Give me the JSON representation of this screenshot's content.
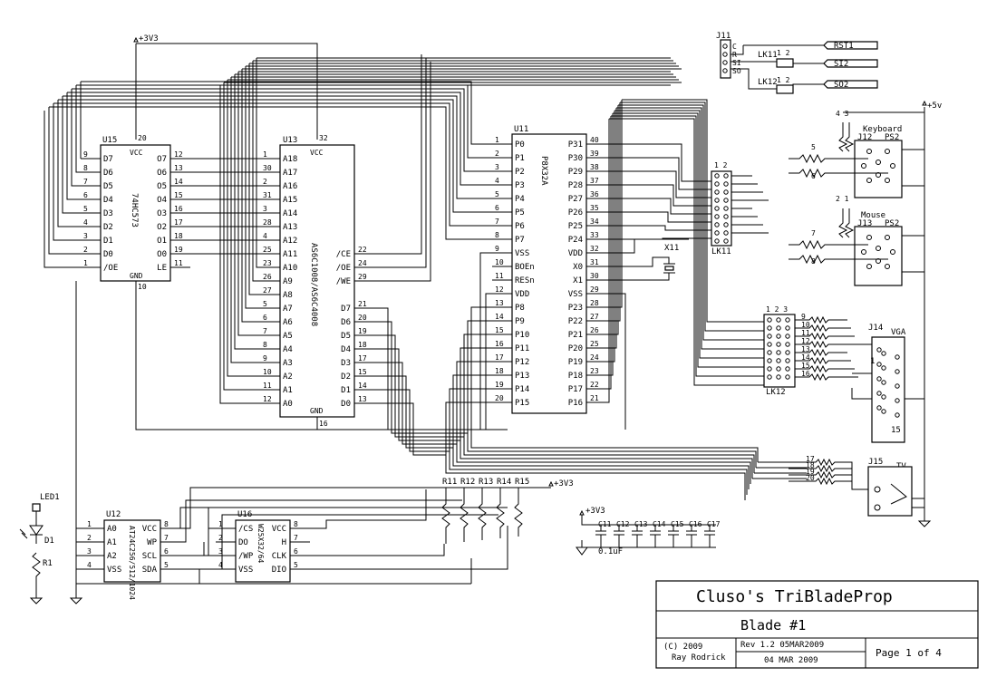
{
  "title_block": {
    "title": "Cluso's TriBladeProp",
    "subtitle": "Blade #1",
    "copyright": "(C) 2009",
    "author": "Ray Rodrick",
    "revision": "Rev 1.2  05MAR2009",
    "date": "04 MAR 2009",
    "page": "Page 1 of 4"
  },
  "power": {
    "v33_a": "+3V3",
    "v33_b": "+3V3",
    "v33_c": "+3V3",
    "v5": "+5v"
  },
  "u15": {
    "ref": "U15",
    "part": "74HC573",
    "vcc": "VCC",
    "gnd": "GND",
    "vcc_pin": "20",
    "gnd_pin": "10",
    "left_pins": [
      {
        "num": "9",
        "name": "D7"
      },
      {
        "num": "8",
        "name": "D6"
      },
      {
        "num": "7",
        "name": "D5"
      },
      {
        "num": "6",
        "name": "D4"
      },
      {
        "num": "5",
        "name": "D3"
      },
      {
        "num": "4",
        "name": "D2"
      },
      {
        "num": "3",
        "name": "D1"
      },
      {
        "num": "2",
        "name": "D0"
      },
      {
        "num": "1",
        "name": "/OE"
      }
    ],
    "right_pins": [
      {
        "num": "12",
        "name": "O7"
      },
      {
        "num": "13",
        "name": "O6"
      },
      {
        "num": "14",
        "name": "O5"
      },
      {
        "num": "15",
        "name": "O4"
      },
      {
        "num": "16",
        "name": "O3"
      },
      {
        "num": "17",
        "name": "O2"
      },
      {
        "num": "18",
        "name": "O1"
      },
      {
        "num": "19",
        "name": "O0"
      },
      {
        "num": "11",
        "name": "LE"
      }
    ]
  },
  "u13": {
    "ref": "U13",
    "part": "AS6C1008/AS6C4008",
    "vcc": "VCC",
    "gnd": "GND",
    "vcc_pin": "32",
    "gnd_pin": "16",
    "left_pins": [
      {
        "num": "1",
        "name": "A18"
      },
      {
        "num": "30",
        "name": "A17"
      },
      {
        "num": "2",
        "name": "A16"
      },
      {
        "num": "31",
        "name": "A15"
      },
      {
        "num": "3",
        "name": "A14"
      },
      {
        "num": "28",
        "name": "A13"
      },
      {
        "num": "4",
        "name": "A12"
      },
      {
        "num": "25",
        "name": "A11"
      },
      {
        "num": "23",
        "name": "A10"
      },
      {
        "num": "26",
        "name": "A9"
      },
      {
        "num": "27",
        "name": "A8"
      },
      {
        "num": "5",
        "name": "A7"
      },
      {
        "num": "6",
        "name": "A6"
      },
      {
        "num": "7",
        "name": "A5"
      },
      {
        "num": "8",
        "name": "A4"
      },
      {
        "num": "9",
        "name": "A3"
      },
      {
        "num": "10",
        "name": "A2"
      },
      {
        "num": "11",
        "name": "A1"
      },
      {
        "num": "12",
        "name": "A0"
      }
    ],
    "right_ctrl": [
      {
        "num": "22",
        "name": "/CE"
      },
      {
        "num": "24",
        "name": "/OE"
      },
      {
        "num": "29",
        "name": "/WE"
      }
    ],
    "right_data": [
      {
        "num": "21",
        "name": "D7"
      },
      {
        "num": "20",
        "name": "D6"
      },
      {
        "num": "19",
        "name": "D5"
      },
      {
        "num": "18",
        "name": "D4"
      },
      {
        "num": "17",
        "name": "D3"
      },
      {
        "num": "15",
        "name": "D2"
      },
      {
        "num": "14",
        "name": "D1"
      },
      {
        "num": "13",
        "name": "D0"
      }
    ]
  },
  "u11": {
    "ref": "U11",
    "part": "P8X32A",
    "left_pins": [
      {
        "num": "1",
        "name": "P0"
      },
      {
        "num": "2",
        "name": "P1"
      },
      {
        "num": "3",
        "name": "P2"
      },
      {
        "num": "4",
        "name": "P3"
      },
      {
        "num": "5",
        "name": "P4"
      },
      {
        "num": "6",
        "name": "P5"
      },
      {
        "num": "7",
        "name": "P6"
      },
      {
        "num": "8",
        "name": "P7"
      },
      {
        "num": "9",
        "name": "VSS"
      },
      {
        "num": "10",
        "name": "BOEn"
      },
      {
        "num": "11",
        "name": "RESn"
      },
      {
        "num": "12",
        "name": "VDD"
      },
      {
        "num": "13",
        "name": "P8"
      },
      {
        "num": "14",
        "name": "P9"
      },
      {
        "num": "15",
        "name": "P10"
      },
      {
        "num": "16",
        "name": "P11"
      },
      {
        "num": "17",
        "name": "P12"
      },
      {
        "num": "18",
        "name": "P13"
      },
      {
        "num": "19",
        "name": "P14"
      },
      {
        "num": "20",
        "name": "P15"
      }
    ],
    "right_pins": [
      {
        "num": "40",
        "name": "P31"
      },
      {
        "num": "39",
        "name": "P30"
      },
      {
        "num": "38",
        "name": "P29"
      },
      {
        "num": "37",
        "name": "P28"
      },
      {
        "num": "36",
        "name": "P27"
      },
      {
        "num": "35",
        "name": "P26"
      },
      {
        "num": "34",
        "name": "P25"
      },
      {
        "num": "33",
        "name": "P24"
      },
      {
        "num": "32",
        "name": "VDD"
      },
      {
        "num": "31",
        "name": "X0"
      },
      {
        "num": "30",
        "name": "X1"
      },
      {
        "num": "29",
        "name": "VSS"
      },
      {
        "num": "28",
        "name": "P23"
      },
      {
        "num": "27",
        "name": "P22"
      },
      {
        "num": "26",
        "name": "P21"
      },
      {
        "num": "25",
        "name": "P20"
      },
      {
        "num": "24",
        "name": "P19"
      },
      {
        "num": "23",
        "name": "P18"
      },
      {
        "num": "22",
        "name": "P17"
      },
      {
        "num": "21",
        "name": "P16"
      }
    ]
  },
  "u12": {
    "ref": "U12",
    "part": "AT24C256/512/1024",
    "left_pins": [
      {
        "num": "1",
        "name": "A0"
      },
      {
        "num": "2",
        "name": "A1"
      },
      {
        "num": "3",
        "name": "A2"
      },
      {
        "num": "4",
        "name": "VSS"
      }
    ],
    "right_pins": [
      {
        "num": "8",
        "name": "VCC"
      },
      {
        "num": "7",
        "name": "WP"
      },
      {
        "num": "6",
        "name": "SCL"
      },
      {
        "num": "5",
        "name": "SDA"
      }
    ]
  },
  "u16": {
    "ref": "U16",
    "part": "W25X32/64",
    "left_pins": [
      {
        "num": "1",
        "name": "/CS"
      },
      {
        "num": "2",
        "name": "DO"
      },
      {
        "num": "3",
        "name": "/WP"
      },
      {
        "num": "4",
        "name": "VSS"
      }
    ],
    "right_pins": [
      {
        "num": "8",
        "name": "VCC"
      },
      {
        "num": "7",
        "name": "H"
      },
      {
        "num": "6",
        "name": "CLK"
      },
      {
        "num": "5",
        "name": "DIO"
      }
    ]
  },
  "crystal": {
    "ref": "X11"
  },
  "j11": {
    "ref": "J11",
    "pins": [
      "C",
      "R",
      "SI",
      "SO"
    ]
  },
  "lk11_top": {
    "ref": "LK11",
    "pins": "1 2"
  },
  "lk12_top": {
    "ref": "LK12",
    "pins": "1 2"
  },
  "nets": {
    "rst": "RST1",
    "si": "SI2",
    "so": "SO2"
  },
  "lk11": {
    "ref": "LK11",
    "header": "1 2"
  },
  "lk12": {
    "ref": "LK12",
    "header": "1 2 3"
  },
  "keyboard": {
    "label": "Keyboard",
    "ref": "J12",
    "type": "PS2",
    "res_top": "4 3",
    "res_a": "5",
    "res_b": "6"
  },
  "mouse": {
    "label": "Mouse",
    "ref": "J13",
    "type": "PS2",
    "res_top": "2 1",
    "res_a": "7",
    "res_b": "8"
  },
  "vga": {
    "ref": "J14",
    "type": "VGA",
    "pin1": "1",
    "pin15": "15",
    "resistors": [
      "9",
      "10",
      "11",
      "12",
      "13",
      "14",
      "15",
      "16"
    ]
  },
  "tv": {
    "ref": "J15",
    "type": "TV",
    "resistors": [
      "17",
      "18",
      "19",
      "20"
    ]
  },
  "pullups": [
    "R11",
    "R12",
    "R13",
    "R14",
    "R15"
  ],
  "led": {
    "ref": "LED1",
    "diode": "D1",
    "resistor": "R1"
  },
  "caps": {
    "labels": [
      "C11",
      "C12",
      "C13",
      "C14",
      "C15",
      "C16",
      "C17"
    ],
    "value": "0.1uF"
  },
  "colors": {
    "ink": "#000000",
    "paper": "#ffffff"
  }
}
